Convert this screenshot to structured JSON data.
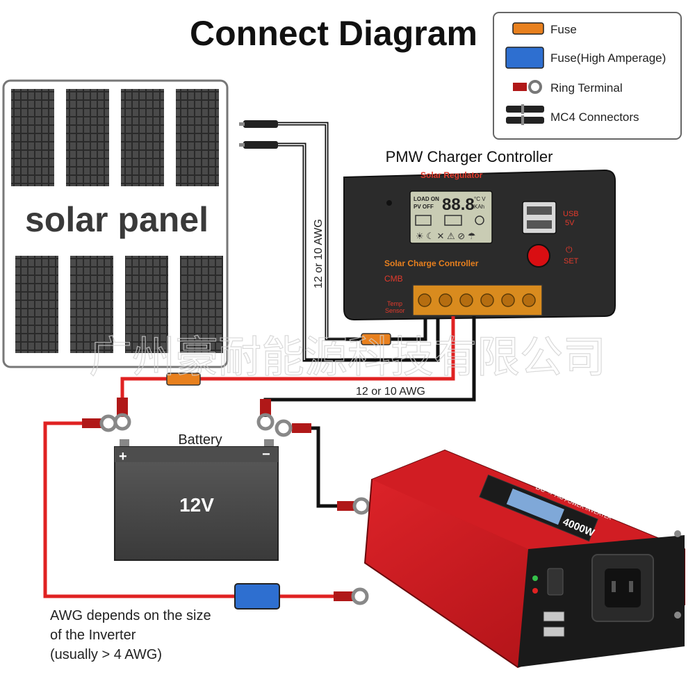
{
  "title": "Connect Diagram",
  "legend": {
    "items": [
      {
        "label": "Fuse",
        "icon": "fuse-icon",
        "color": "#e8801e"
      },
      {
        "label": "Fuse(High Amperage)",
        "icon": "high-amperage-fuse-icon",
        "color": "#2e6fd0"
      },
      {
        "label": "Ring Terminal",
        "icon": "ring-terminal-icon",
        "color": "#b01818"
      },
      {
        "label": "MC4 Connectors",
        "icon": "mc4-connector-icon",
        "color": "#222222"
      }
    ]
  },
  "solar_panel": {
    "label": "solar panel"
  },
  "controller": {
    "heading": "PMW Charger Controller",
    "brand": "Solar Regulator",
    "name": "Solar Charge Controller",
    "model": "CMB",
    "temp_label_1": "Temp",
    "temp_label_2": "Sensor",
    "usb_label": "USB",
    "usb_volt": "5V",
    "set_label": "SET",
    "lcd_row1_left": "LOAD ON",
    "lcd_row2_left": "PV OFF",
    "lcd_digits": "88.8",
    "lcd_unit_1": "°C V",
    "lcd_unit_2": "KAh"
  },
  "wires": {
    "awg_vertical": "12 or 10 AWG",
    "awg_horizontal": "12 or 10 AWG"
  },
  "battery": {
    "label": "Battery",
    "voltage": "12V",
    "plus": "+",
    "minus": "−"
  },
  "inverter": {
    "label": "POWER INVERTER",
    "watt": "4000W",
    "dc_ac": "DC → AC",
    "watermark": "广州豪耐能源科技有限公司"
  },
  "note": {
    "line1": "AWG depends on the size",
    "line2": "of the Inverter",
    "line3": "(usually  > 4 AWG)"
  },
  "colors": {
    "positive": "#e02222",
    "negative": "#111111",
    "inverter_red": "#c4161c",
    "controller_body": "#2b2b2b",
    "lcd": "#c9ccb4"
  }
}
